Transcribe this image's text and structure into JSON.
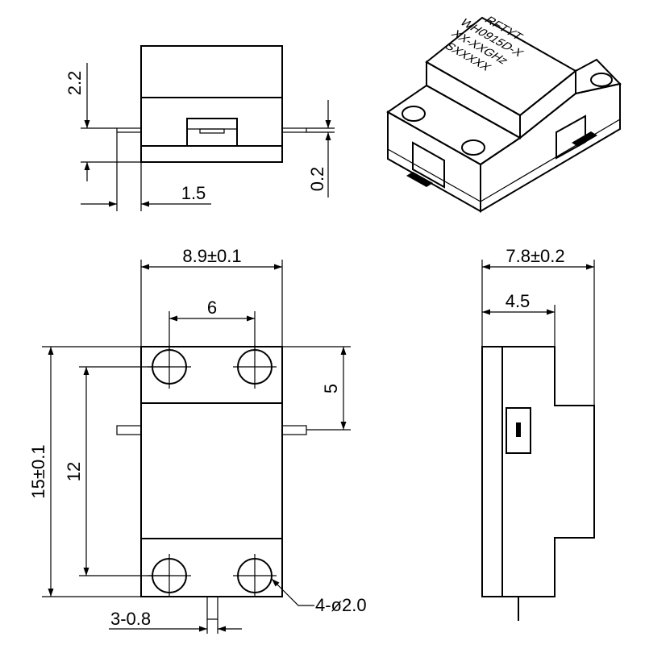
{
  "drawing": {
    "top_view": {
      "dim_height": "2.2",
      "dim_lead": "1.5",
      "dim_thickness": "0.2"
    },
    "iso_view": {
      "marking": {
        "brand": "RFTYT",
        "model": "WH0915D-X",
        "freq": "XX-XXGHz",
        "serial": "SXXXXX"
      }
    },
    "front_view": {
      "dim_width": "8.9±0.1",
      "dim_hole_spacing": "6",
      "dim_length": "15±0.1",
      "dim_hole_pitch": "12",
      "dim_lead_offset": "5",
      "dim_lead_width": "3-0.8",
      "dim_holes": "4-ø2.0"
    },
    "side_view": {
      "dim_depth": "7.8±0.2",
      "dim_step": "4.5"
    }
  }
}
